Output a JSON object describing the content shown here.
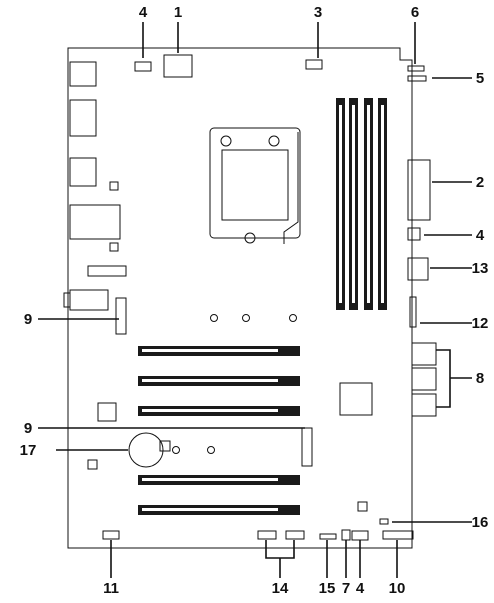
{
  "diagram": {
    "callouts": [
      {
        "id": "c1",
        "label": "1"
      },
      {
        "id": "c2",
        "label": "2"
      },
      {
        "id": "c3",
        "label": "3"
      },
      {
        "id": "c4a",
        "label": "4"
      },
      {
        "id": "c4b",
        "label": "4"
      },
      {
        "id": "c4c",
        "label": "4"
      },
      {
        "id": "c5",
        "label": "5"
      },
      {
        "id": "c6",
        "label": "6"
      },
      {
        "id": "c7",
        "label": "7"
      },
      {
        "id": "c8",
        "label": "8"
      },
      {
        "id": "c9a",
        "label": "9"
      },
      {
        "id": "c9b",
        "label": "9"
      },
      {
        "id": "c10",
        "label": "10"
      },
      {
        "id": "c11",
        "label": "11"
      },
      {
        "id": "c12",
        "label": "12"
      },
      {
        "id": "c13",
        "label": "13"
      },
      {
        "id": "c14",
        "label": "14"
      },
      {
        "id": "c15",
        "label": "15"
      },
      {
        "id": "c16",
        "label": "16"
      },
      {
        "id": "c17",
        "label": "17"
      }
    ],
    "colors": {
      "outline": "#111111",
      "dimm": "#1a1a1a",
      "pcie": "#1a1a1a",
      "background": "#ffffff"
    }
  }
}
